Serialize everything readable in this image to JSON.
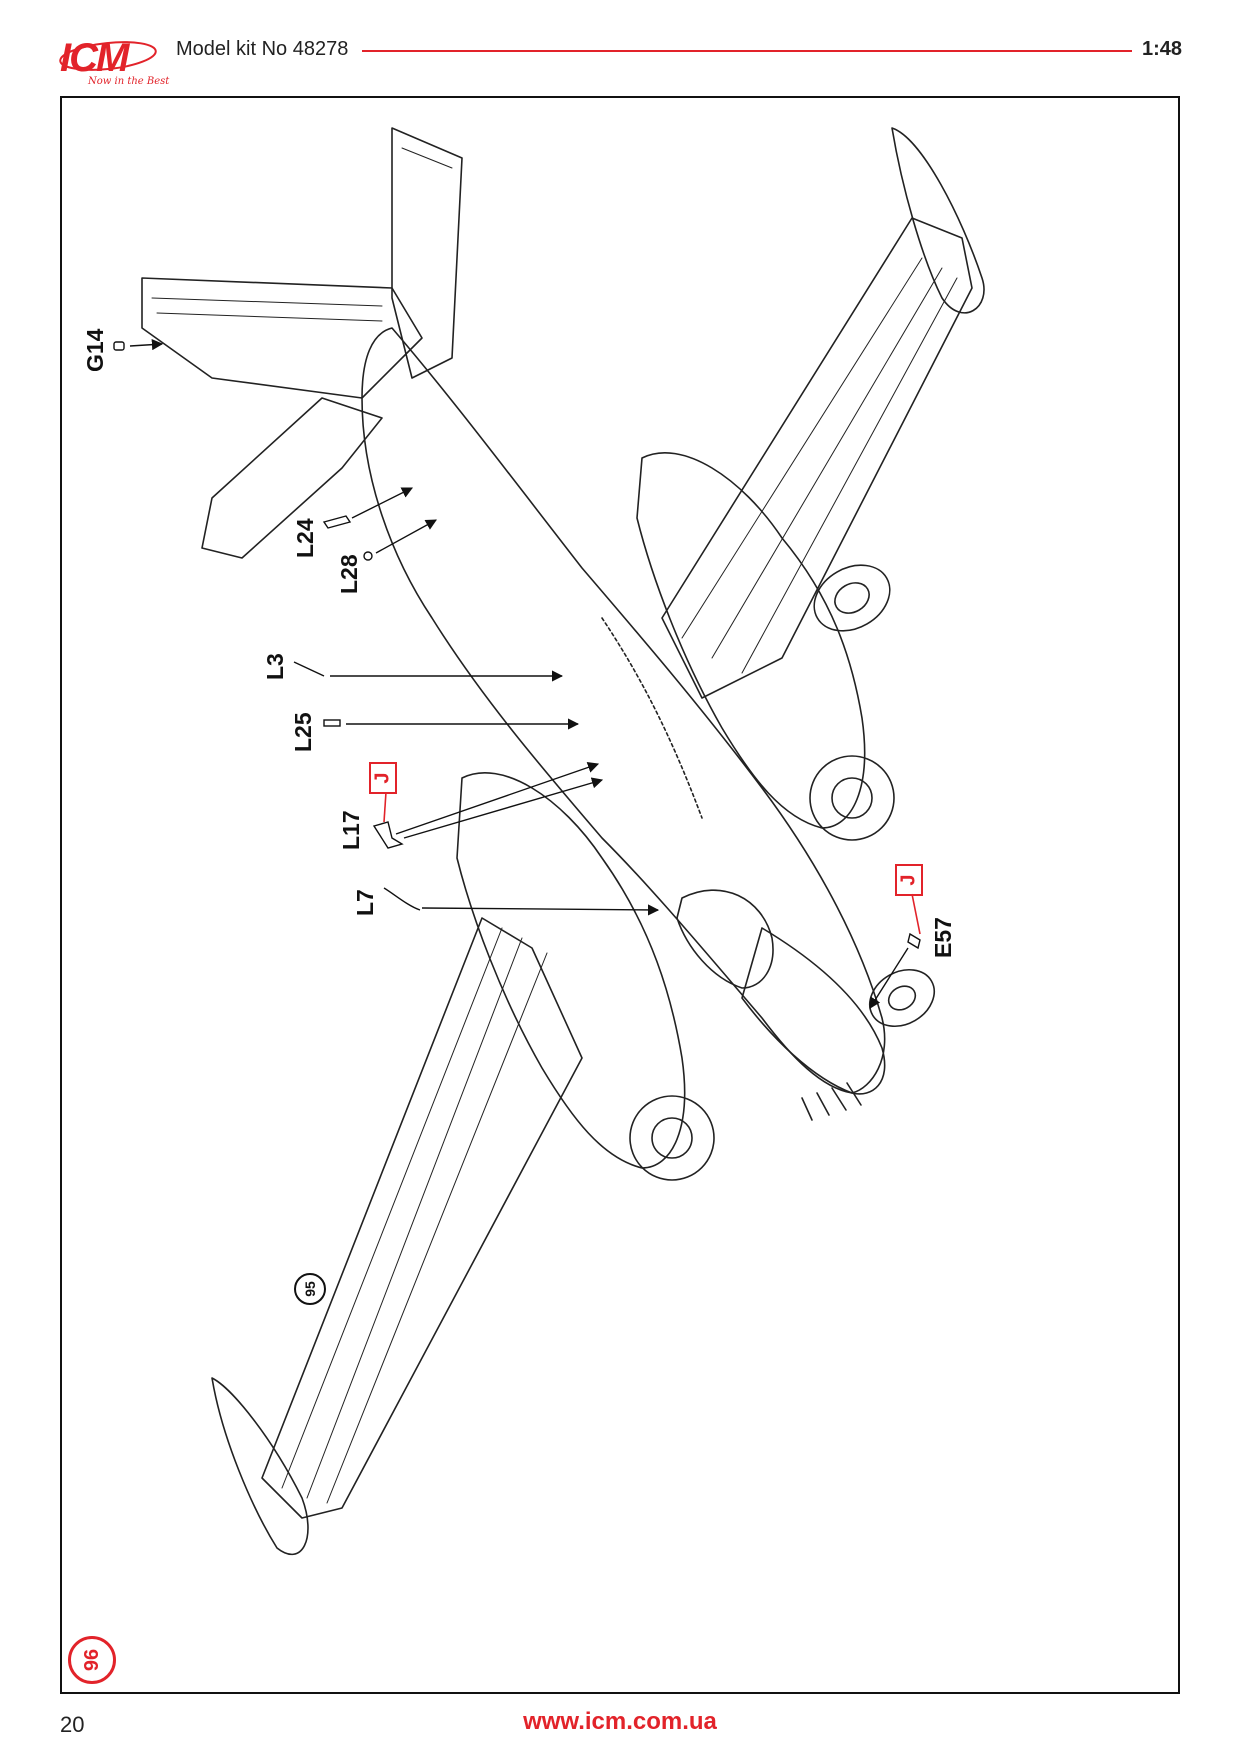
{
  "header": {
    "logo_text": "ICM",
    "logo_tagline": "Now in the Best",
    "title": "Model kit No 48278",
    "scale": "1:48",
    "accent_color": "#e2232a"
  },
  "instructions": {
    "step_current": "95",
    "step_next": "96",
    "parts": {
      "g14": "G14",
      "l24": "L24",
      "l28": "L28",
      "l3": "L3",
      "l25": "L25",
      "l17": "L17",
      "l7": "L7",
      "e57": "E57"
    },
    "sprue_marker_a": "J",
    "sprue_marker_b": "J",
    "illustration": "aircraft-underside-drawing"
  },
  "footer": {
    "page_number": "20",
    "url": "www.icm.com.ua"
  }
}
